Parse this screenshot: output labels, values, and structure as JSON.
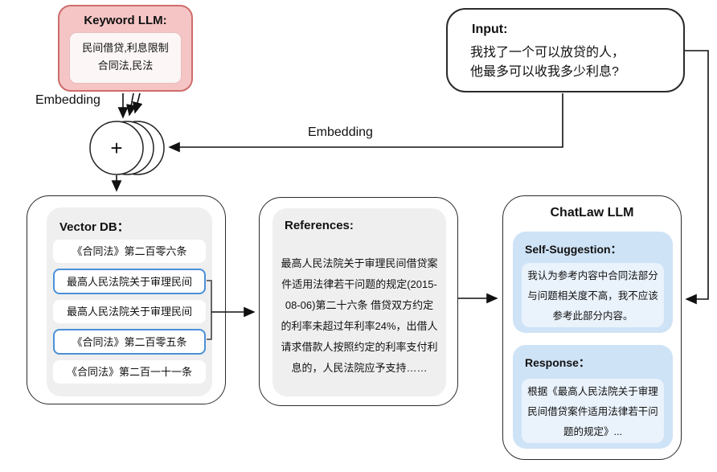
{
  "diagram": {
    "keyword_llm": {
      "title": "Keyword LLM:",
      "keywords": "民间借贷,利息限制\n合同法,民法"
    },
    "input": {
      "title": "Input:",
      "text": "我找了一个可以放贷的人，\n他最多可以收我多少利息?"
    },
    "embedding_label_left": "Embedding",
    "embedding_label_right": "Embedding",
    "merge_symbol": "+",
    "vector_db": {
      "title": "Vector DB：",
      "items": [
        {
          "label": "《合同法》第二百零六条",
          "highlighted": false
        },
        {
          "label": "最高人民法院关于审理民间",
          "highlighted": true
        },
        {
          "label": "最高人民法院关于审理民间",
          "highlighted": false
        },
        {
          "label": "《合同法》第二百零五条",
          "highlighted": true
        },
        {
          "label": "《合同法》第二百一十一条",
          "highlighted": false
        }
      ]
    },
    "references": {
      "title": "References:",
      "text": "最高人民法院关于审理民间借贷案\n件适用法律若干问题的规定(2015-\n08-06)第二十六条 借贷双方约定\n的利率未超过年利率24%，出借人\n请求借款人按照约定的利率支付利\n息的，人民法院应予支持……"
    },
    "chatlaw": {
      "title": "ChatLaw LLM",
      "self_suggestion": {
        "title": "Self-Suggestion：",
        "text": "我认为参考内容中合同法部分\n与问题相关度不高，我不应该\n参考此部分内容。"
      },
      "response": {
        "title": "Response：",
        "text": "根据《最高人民法院关于审理\n民间借贷案件适用法律若干问\n题的规定》..."
      }
    },
    "colors": {
      "keyword_box_fill": "#f5c5c5",
      "keyword_box_border": "#cf6b6b",
      "highlight_blue_border": "#4a90d9",
      "suggestion_fill": "#cfe3f7",
      "suggestion_inner_fill": "#eaf2fb",
      "panel_gray_fill": "#efefef",
      "line_color": "#111111"
    }
  }
}
